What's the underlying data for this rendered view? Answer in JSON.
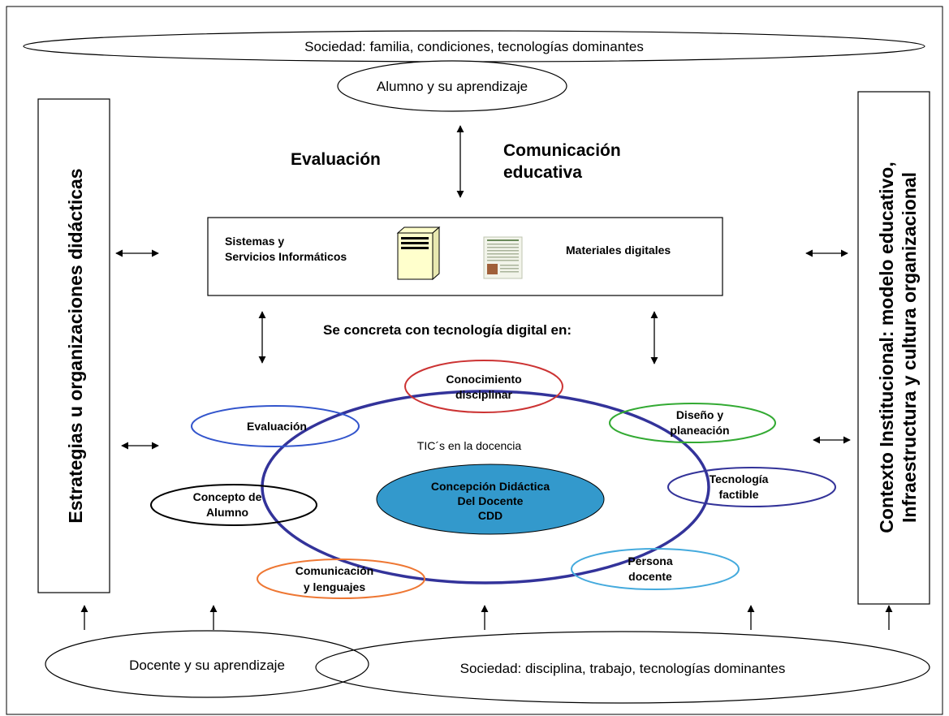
{
  "diagram": {
    "top_society": "Sociedad: familia, condiciones, tecnologías dominantes",
    "student_learning": "Alumno y su aprendizaje",
    "evaluation_heading": "Evaluación",
    "communication_line1": "Comunicación",
    "communication_line2": "educativa",
    "left_box": "Estrategias u organizaciones didácticas",
    "right_box_line1": "Contexto Institucional: modelo educativo,",
    "right_box_line2": "Infraestructura y cultura organizacional",
    "center_box": {
      "systems_line1": "Sistemas y",
      "systems_line2": "Servicios Informáticos",
      "materials": "Materiales digitales"
    },
    "concretion": "Se concreta con tecnología digital en:",
    "big_circle_label": "TIC´s en la docencia",
    "core": {
      "line1": "Concepción Didáctica",
      "line2": "Del Docente",
      "line3": "CDD"
    },
    "satellites": {
      "knowledge_line1": "Conocimiento",
      "knowledge_line2": "disciplinar",
      "design_line1": "Diseño y",
      "design_line2": "planeación",
      "technology_line1": "Tecnología",
      "technology_line2": "factible",
      "person_line1": "Persona",
      "person_line2": "docente",
      "communication_line1": "Comunicación",
      "communication_line2": "y lenguajes",
      "student_concept_line1": "Concepto de",
      "student_concept_line2": "Alumno",
      "evaluation": "Evaluación"
    },
    "teacher_learning": "Docente y su aprendizaje",
    "bottom_society": "Sociedad: disciplina, trabajo, tecnologías dominantes"
  },
  "colors": {
    "big_circle": "#33339a",
    "core_fill": "#3399cc",
    "knowledge": "#cc3333",
    "design": "#33aa33",
    "technology": "#333399",
    "person": "#44aadd",
    "communication": "#ee7733",
    "student_concept": "#000000",
    "evaluation": "#3355cc",
    "server_fill": "#ffffcc"
  }
}
